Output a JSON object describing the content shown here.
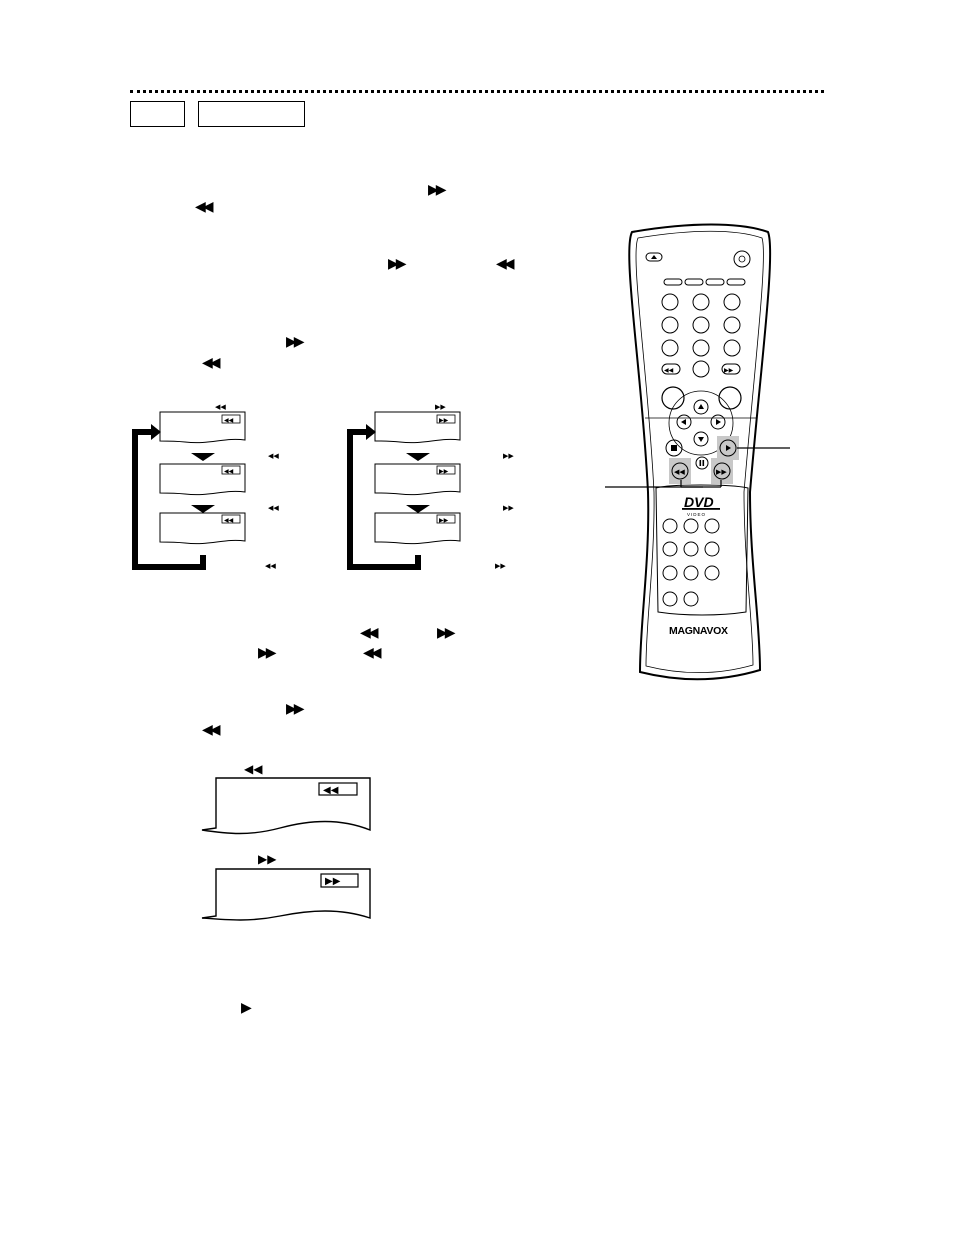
{
  "symbols": {
    "ff": "▶▶",
    "rew": "◀◀",
    "play": "▶"
  },
  "remote": {
    "brand": "MAGNAVOX",
    "dvd_logo": "DVD",
    "video_text": "VIDEO"
  },
  "colors": {
    "ink": "#000000",
    "highlight": "#c8c8c8"
  }
}
